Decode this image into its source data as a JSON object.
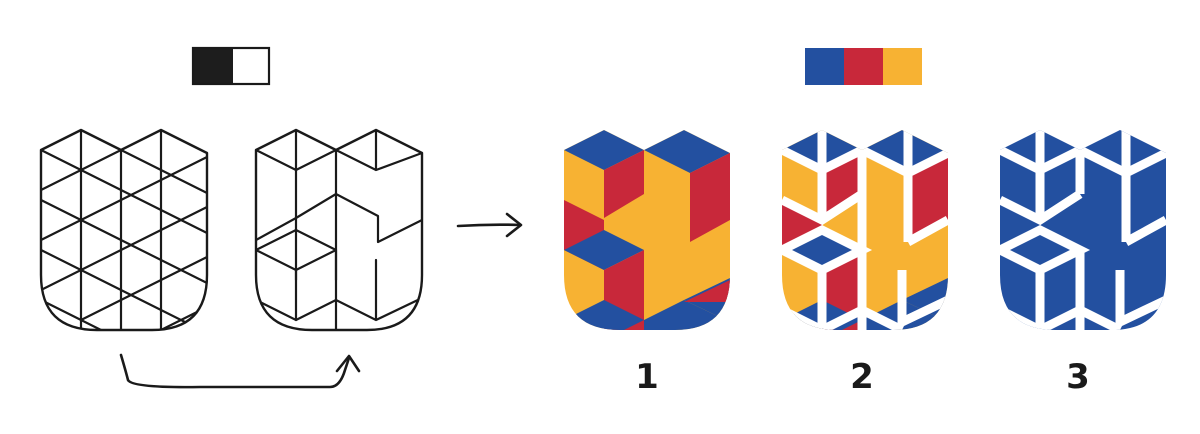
{
  "palettes": {
    "monochrome": [
      "#1d1d1d",
      "#1d1d1d",
      "#ffffff"
    ],
    "color": [
      "#2350a0",
      "#c8283a",
      "#f7b233"
    ]
  },
  "variants": [
    {
      "label": "1",
      "style": "tiles"
    },
    {
      "label": "2",
      "style": "gapped"
    },
    {
      "label": "3",
      "style": "negative"
    }
  ],
  "colors": {
    "blue": "#2350a0",
    "red": "#c8283a",
    "yellow": "#f7b233",
    "ink": "#1a1a1a",
    "white": "#ffffff"
  },
  "icons": {
    "arrow_forward": "arrow-right-icon",
    "arrow_loop": "curved-return-arrow-icon"
  }
}
